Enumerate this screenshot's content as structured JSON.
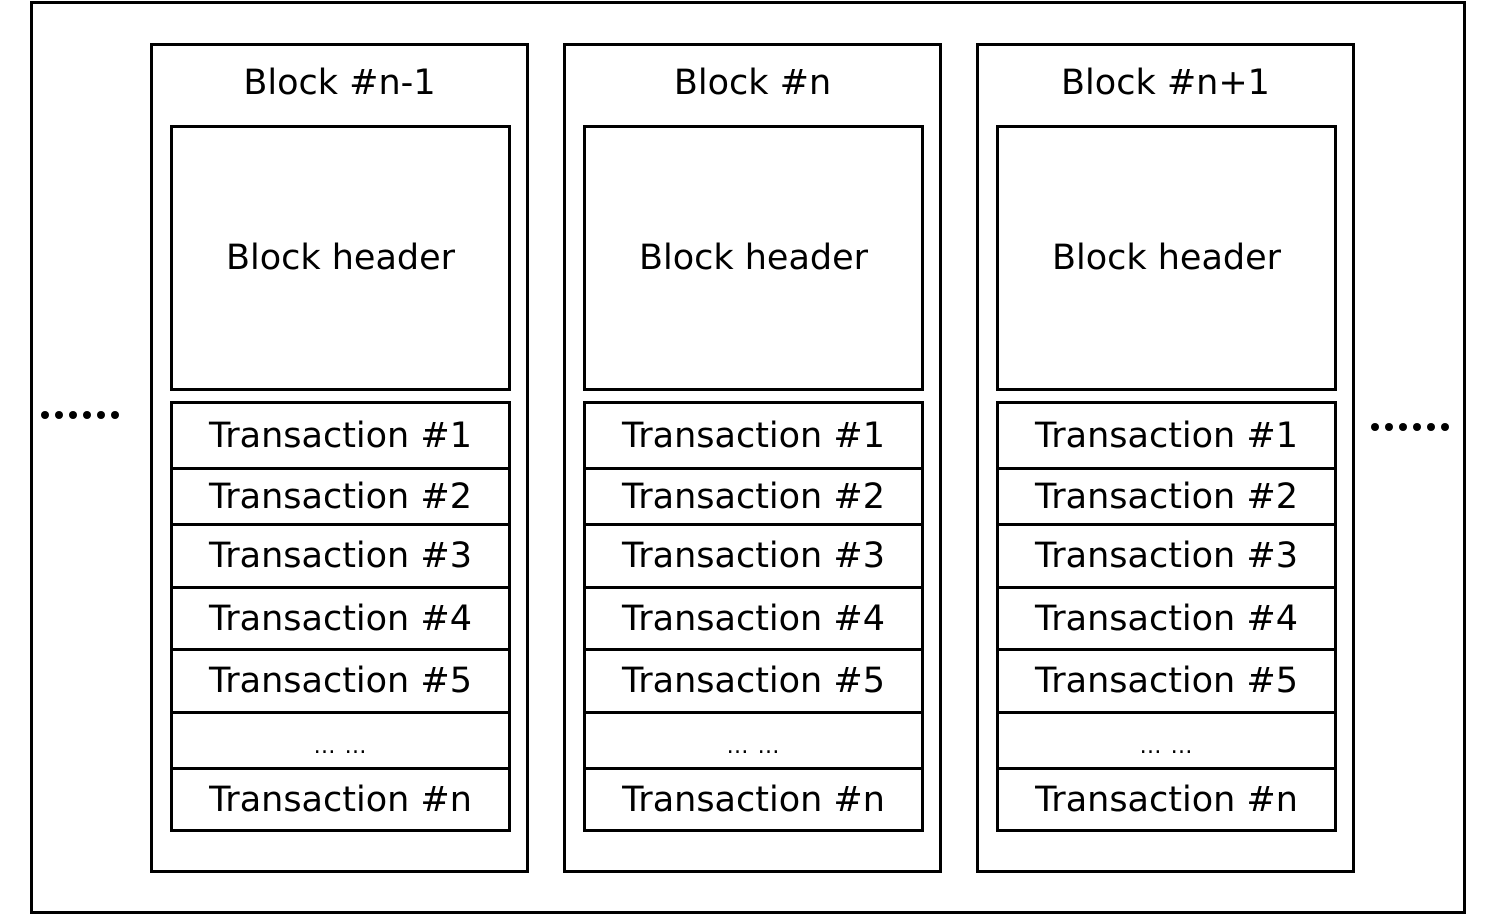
{
  "blocks": [
    {
      "title": "Block #n-1",
      "header_label": "Block header",
      "transactions": [
        "Transaction #1",
        "Transaction #2",
        "Transaction #3",
        "Transaction #4",
        "Transaction #5",
        "… …",
        "Transaction #n"
      ]
    },
    {
      "title": "Block #n",
      "header_label": "Block header",
      "transactions": [
        "Transaction #1",
        "Transaction #2",
        "Transaction #3",
        "Transaction #4",
        "Transaction #5",
        "… …",
        "Transaction #n"
      ]
    },
    {
      "title": "Block #n+1",
      "header_label": "Block header",
      "transactions": [
        "Transaction #1",
        "Transaction #2",
        "Transaction #3",
        "Transaction #4",
        "Transaction #5",
        "… …",
        "Transaction #n"
      ]
    }
  ]
}
